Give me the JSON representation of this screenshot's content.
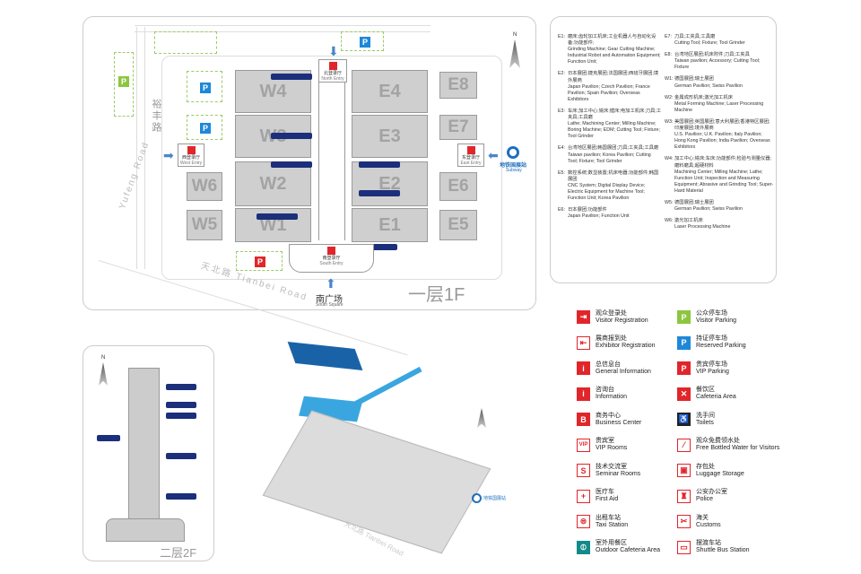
{
  "map": {
    "floor1_label": "一层1F",
    "floor2_label": "二层2F",
    "roads": {
      "yufeng_zh": "裕丰路",
      "yufeng_en": "Yufeng Road",
      "tianbei": "天北路 Tianbei Road"
    },
    "south_square_zh": "南广场",
    "south_square_en": "South Square",
    "entries": {
      "north_zh": "北登录厅",
      "north_en": "North Entry",
      "west_zh": "西登录厅",
      "west_en": "West Entry",
      "east_zh": "东登录厅",
      "east_en": "East Entry",
      "south_zh": "南登录厅",
      "south_en": "South Entry"
    },
    "subway_zh": "地铁国展站",
    "subway_en": "Subway",
    "compass": "N",
    "halls": {
      "W1": "W1",
      "W2": "W2",
      "W3": "W3",
      "W4": "W4",
      "W5": "W5",
      "W6": "W6",
      "E1": "E1",
      "E2": "E2",
      "E3": "E3",
      "E4": "E4",
      "E5": "E5",
      "E6": "E6",
      "E7": "E7",
      "E8": "E8"
    },
    "parking": "P"
  },
  "hall_descriptions": [
    {
      "code": "E1:",
      "zh": "磨床;齿轮加工机床;工业机器人与自动化设备;功能部件;",
      "en": "Grinding Machine; Gear Cutting Machine; Industrial Robot and Automation Equipment; Function Unit;"
    },
    {
      "code": "E2:",
      "zh": "日本展团;捷克展团;法国展团;西班牙展团;境外展商",
      "en": "Japan Pavilion; Czech Pavilion; France Pavilion; Spain Pavilion; Overseas Exhibitors"
    },
    {
      "code": "E3:",
      "zh": "车床;加工中心;铣床;镗床;电加工机床;刀具;工夹具;工具磨",
      "en": "Lathe; Machining Center; Milling Machine; Boring Machine; EDM; Cutting Tool; Fixture; Tool Grinder"
    },
    {
      "code": "E4:",
      "zh": "台湾地区展团;韩国展团;刀具;工夹具;工具磨",
      "en": "Taiwan pavilion; Korea Pavilion; Cutting Tool; Fixture; Tool Grinder"
    },
    {
      "code": "E5:",
      "zh": "数控系统;数显装置;机床电器;功能部件;韩国展团",
      "en": "CNC System; Digital Display Device; Electric Equipment for Machine Tool; Function Unit; Korea Pavilion"
    },
    {
      "code": "E6:",
      "zh": "日本展团;功能部件",
      "en": "Japan Pavilion; Function Unit"
    },
    {
      "code": "E7:",
      "zh": "刀具;工夹具;工具磨",
      "en": "Cutting Tool; Fixture; Tool Grinder"
    },
    {
      "code": "E8:",
      "zh": "台湾地区展团;机床附件;刀具;工夹具",
      "en": "Taiwan pavilion; Accessory; Cutting Tool; Fixture"
    },
    {
      "code": "W1:",
      "zh": "德国展团;瑞士展团",
      "en": "German Pavilion; Swiss Pavilion"
    },
    {
      "code": "W2:",
      "zh": "金属成形机床;激光加工机床",
      "en": "Metal Forming Machine; Laser Processing Machine"
    },
    {
      "code": "W3:",
      "zh": "美国展团;英国展团;意大利展团;香港特区展团;印度展团;境外展商",
      "en": "U.S. Pavilion; U.K. Pavilion; Italy Pavilion; Hong Kong Pavilion; India Pavilion; Overseas Exhibitors"
    },
    {
      "code": "W4:",
      "zh": "加工中心;铣床;车床;功能部件;检验与测量仪器;磨料磨具;超硬材料",
      "en": "Machining Center; Milling Machine; Lathe; Function Unit; Inspection and Measuring Equipment; Abrasive and Grinding Tool; Super-Hard Material"
    },
    {
      "code": "W5:",
      "zh": "德国展团;瑞士展团",
      "en": "German Pavilion; Swiss Pavilion"
    },
    {
      "code": "W6:",
      "zh": "激光加工机床",
      "en": "Laser Processing Machine"
    }
  ],
  "symbols": [
    {
      "zh": "观众登录处",
      "en": "Visitor Registration",
      "glyph": "⇥",
      "style": "solid",
      "color": "#e0262b"
    },
    {
      "zh": "公众停车场",
      "en": "Visitor Parking",
      "glyph": "P",
      "style": "solid",
      "color": "#8cc63f"
    },
    {
      "zh": "展商报到处",
      "en": "Exhibitor Registration",
      "glyph": "⇤",
      "style": "outline",
      "color": "#e0262b"
    },
    {
      "zh": "持证停车场",
      "en": "Reserved Parking",
      "glyph": "P",
      "style": "solid",
      "color": "#1e88d8"
    },
    {
      "zh": "总信息台",
      "en": "General Information",
      "glyph": "i",
      "style": "solid",
      "color": "#e0262b"
    },
    {
      "zh": "贵宾停车场",
      "en": "VIP Parking",
      "glyph": "P",
      "style": "solid",
      "color": "#e0262b"
    },
    {
      "zh": "咨询台",
      "en": "Information",
      "glyph": "i",
      "style": "solid",
      "color": "#e0262b"
    },
    {
      "zh": "餐饮区",
      "en": "Cafeteria Area",
      "glyph": "✕",
      "style": "solid",
      "color": "#e0262b"
    },
    {
      "zh": "商务中心",
      "en": "Business Center",
      "glyph": "B",
      "style": "solid",
      "color": "#e0262b"
    },
    {
      "zh": "洗手间",
      "en": "Toilets",
      "glyph": "♿",
      "style": "solid",
      "color": "#222222"
    },
    {
      "zh": "贵宾室",
      "en": "VIP Rooms",
      "glyph": "VIP",
      "style": "outline",
      "color": "#e0262b"
    },
    {
      "zh": "观众免费领水处",
      "en": "Free Bottled Water for Visitors",
      "glyph": "⁄",
      "style": "outline",
      "color": "#e0262b"
    },
    {
      "zh": "技术交流室",
      "en": "Seminar Rooms",
      "glyph": "S",
      "style": "outline",
      "color": "#e0262b"
    },
    {
      "zh": "存包处",
      "en": "Luggage Storage",
      "glyph": "▣",
      "style": "outline",
      "color": "#e0262b"
    },
    {
      "zh": "医疗车",
      "en": "First Aid",
      "glyph": "+",
      "style": "outline",
      "color": "#e0262b"
    },
    {
      "zh": "公安办公室",
      "en": "Police",
      "glyph": "♜",
      "style": "outline",
      "color": "#e0262b"
    },
    {
      "zh": "出租车站",
      "en": "Taxi Station",
      "glyph": "⊜",
      "style": "outline",
      "color": "#e0262b"
    },
    {
      "zh": "海关",
      "en": "Customs",
      "glyph": "✂",
      "style": "outline",
      "color": "#e0262b"
    },
    {
      "zh": "室外用餐区",
      "en": "Outdoor Cafeteria Area",
      "glyph": "⦶",
      "style": "solid",
      "color": "#138a8a"
    },
    {
      "zh": "摆渡车站",
      "en": "Shuttle Bus Station",
      "glyph": "▭",
      "style": "outline",
      "color": "#e0262b"
    }
  ]
}
